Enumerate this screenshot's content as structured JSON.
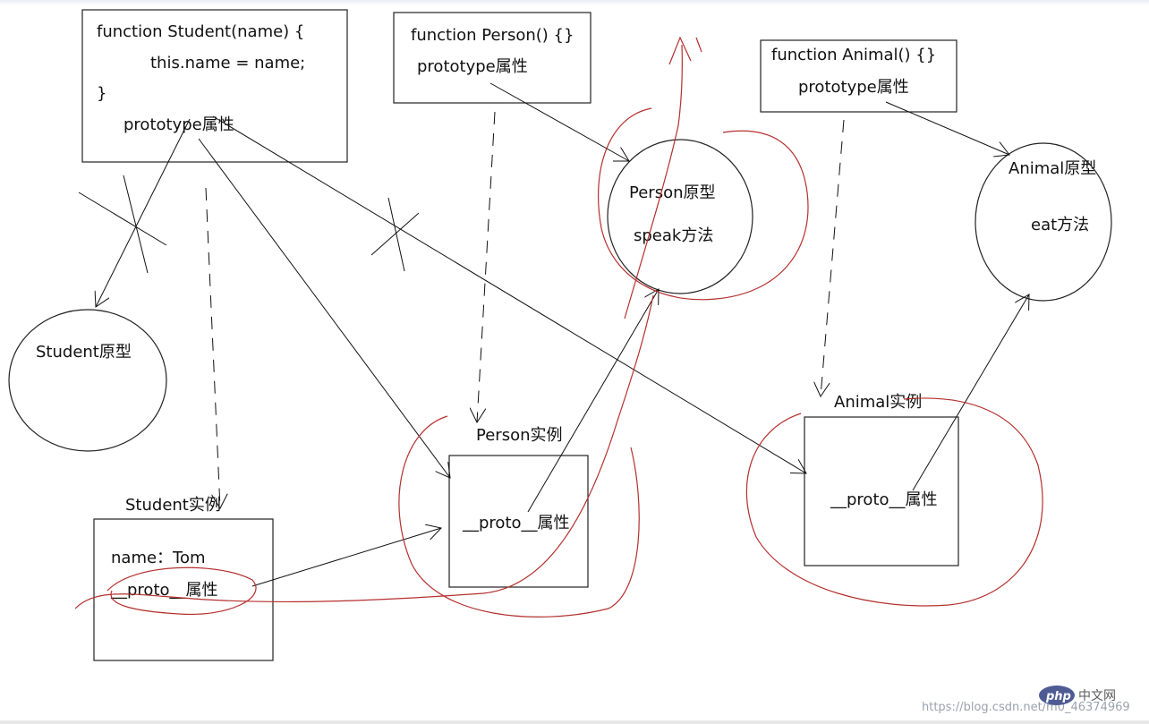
{
  "student_func": {
    "line1": "function Student(name) {",
    "line2": "this.name = name;",
    "line3": "}",
    "proto": "prototype属性"
  },
  "person_func": {
    "line1": "function Person() {}",
    "proto": "prototype属性"
  },
  "animal_func": {
    "line1": "function Animal() {}",
    "proto": "prototype属性"
  },
  "student_proto": {
    "label": "Student原型"
  },
  "person_proto": {
    "label": "Person原型",
    "method": "speak方法"
  },
  "animal_proto": {
    "label": "Animal原型",
    "method": "eat方法"
  },
  "student_instance": {
    "title": "Student实例",
    "name_line": "name：Tom",
    "proto_line": "__proto__属性"
  },
  "person_instance": {
    "title": "Person实例",
    "proto_line": "__proto__属性"
  },
  "animal_instance": {
    "title": "Animal实例",
    "proto_line": "__proto__属性"
  },
  "watermark": {
    "url": "https://blog.csdn.net/m0_46374969",
    "php_logo": "php",
    "cn_text": "中文网"
  },
  "colors": {
    "annotation": "#b4302e",
    "ink": "#111111"
  }
}
